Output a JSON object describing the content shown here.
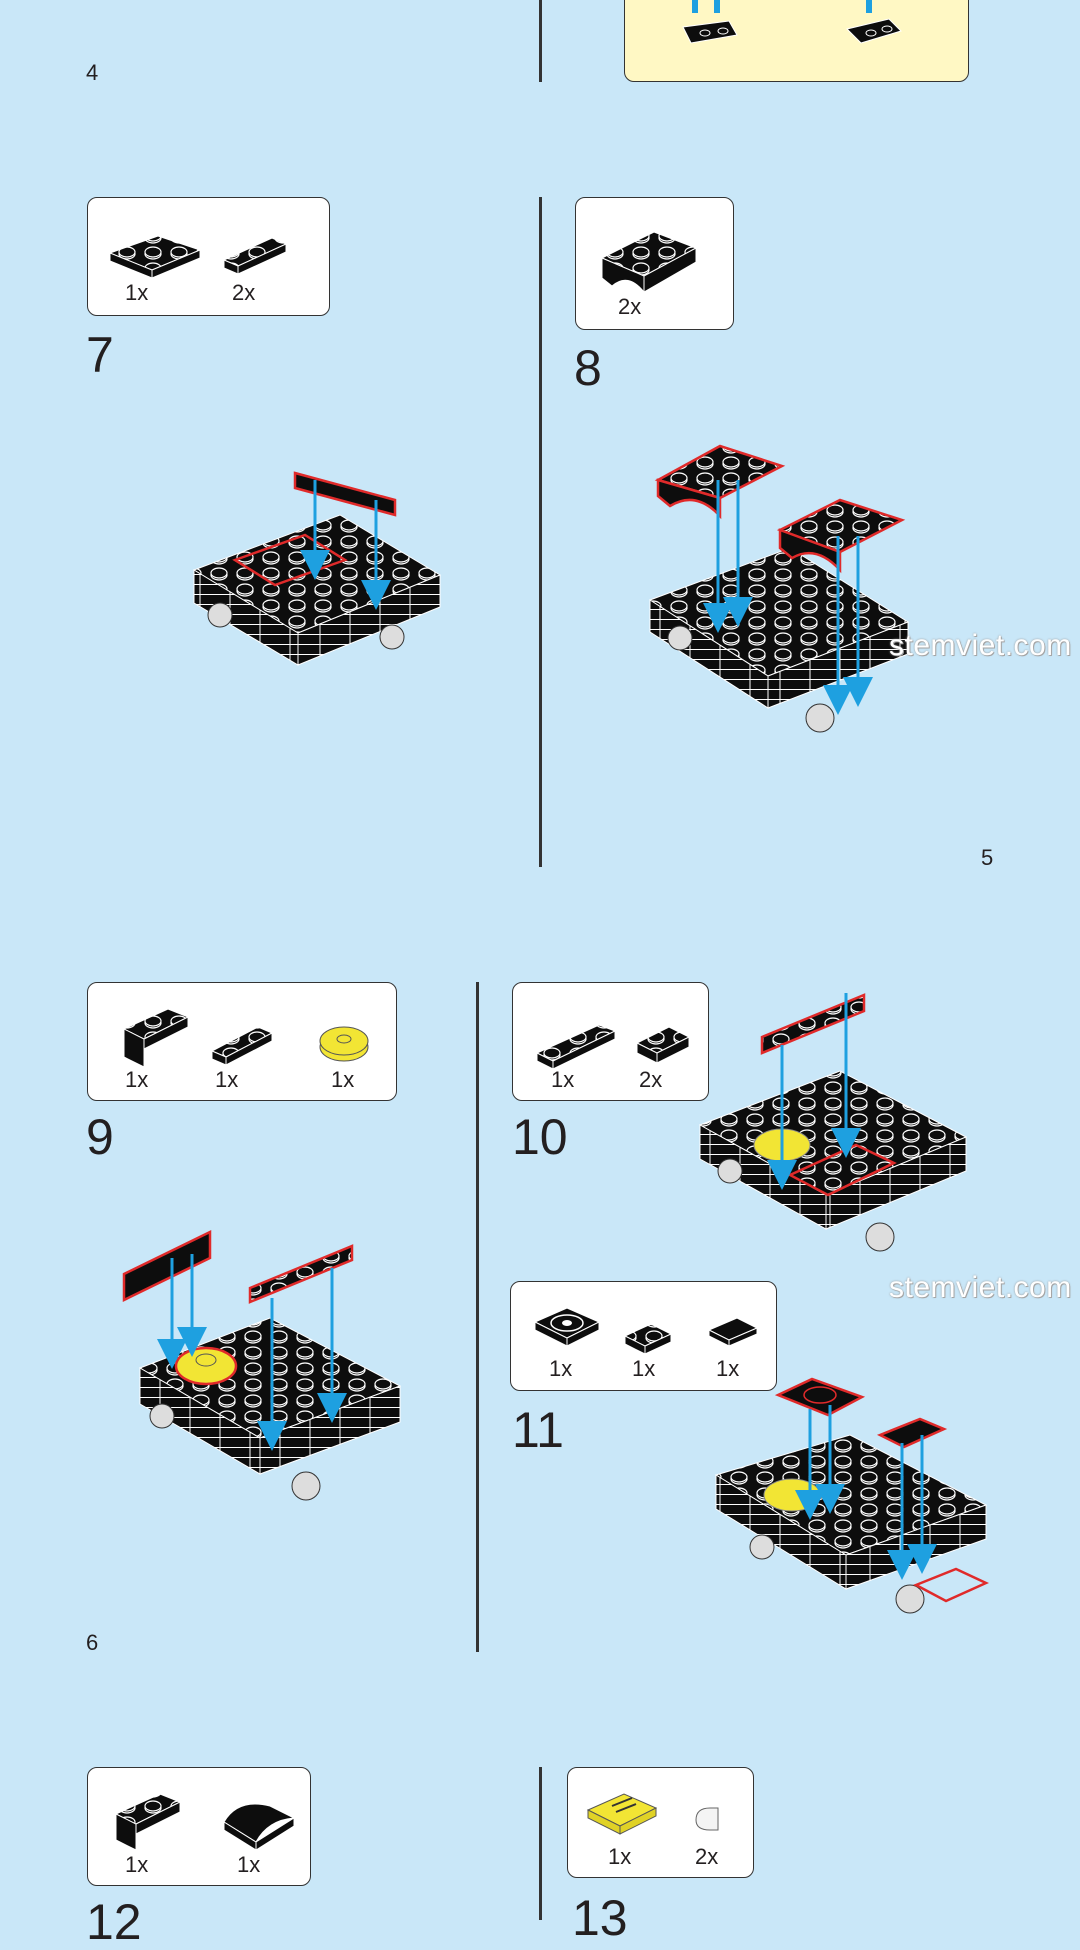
{
  "page_numbers": [
    "4",
    "5",
    "6"
  ],
  "watermark": "stemviet.com",
  "steps": [
    {
      "number": "7",
      "parts": [
        {
          "icon": "plate-2x4-black",
          "qty": "1x"
        },
        {
          "icon": "plate-1x4-black",
          "qty": "2x"
        }
      ]
    },
    {
      "number": "8",
      "parts": [
        {
          "icon": "arch-plate-black",
          "qty": "2x"
        }
      ]
    },
    {
      "number": "9",
      "parts": [
        {
          "icon": "bracket-black",
          "qty": "1x"
        },
        {
          "icon": "plate-1x4-black",
          "qty": "1x"
        },
        {
          "icon": "round-plate-yellow",
          "qty": "1x"
        }
      ]
    },
    {
      "number": "10",
      "parts": [
        {
          "icon": "plate-1x4-black",
          "qty": "1x"
        },
        {
          "icon": "grille-tile-black",
          "qty": "2x"
        }
      ]
    },
    {
      "number": "11",
      "parts": [
        {
          "icon": "steering-wheel-plate-black",
          "qty": "1x"
        },
        {
          "icon": "plate-1x2-black",
          "qty": "1x"
        },
        {
          "icon": "tile-1x2-black",
          "qty": "1x"
        }
      ]
    },
    {
      "number": "12",
      "parts": [
        {
          "icon": "bracket-black",
          "qty": "1x"
        },
        {
          "icon": "curved-slope-black",
          "qty": "1x"
        }
      ]
    },
    {
      "number": "13",
      "parts": [
        {
          "icon": "printed-tile-yellow",
          "qty": "1x"
        },
        {
          "icon": "round-tile-white",
          "qty": "2x"
        }
      ]
    }
  ],
  "colors": {
    "background": "#c9e7f8",
    "arrow": "#1ea0e0",
    "highlight": "#e02a2a",
    "brick": "#0d0d0d",
    "yellow": "#f2e534",
    "callout": "#fff8c4"
  }
}
